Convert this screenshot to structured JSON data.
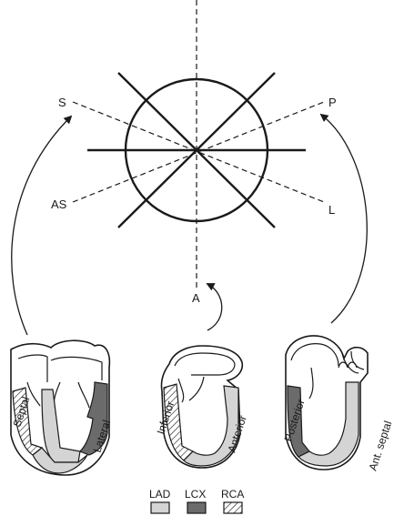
{
  "axis_labels": {
    "S": "S",
    "P": "P",
    "AS": "AS",
    "L": "L",
    "A": "A"
  },
  "hearts": {
    "left": {
      "wall_a": "Septal",
      "wall_b": "Lateral"
    },
    "middle": {
      "wall_a": "Inferior",
      "wall_b": "Anterior"
    },
    "right": {
      "wall_a": "Posterior",
      "wall_b": "Ant. septal"
    }
  },
  "legend": [
    {
      "label": "LAD",
      "color": "#d4d4d4",
      "pattern": "solid"
    },
    {
      "label": "LCX",
      "color": "#6b6b6b",
      "pattern": "solid"
    },
    {
      "label": "RCA",
      "color": "#ffffff",
      "pattern": "hatched"
    }
  ],
  "colors": {
    "stroke": "#1a1a1a",
    "lad": "#d4d4d4",
    "lcx": "#6b6b6b"
  }
}
